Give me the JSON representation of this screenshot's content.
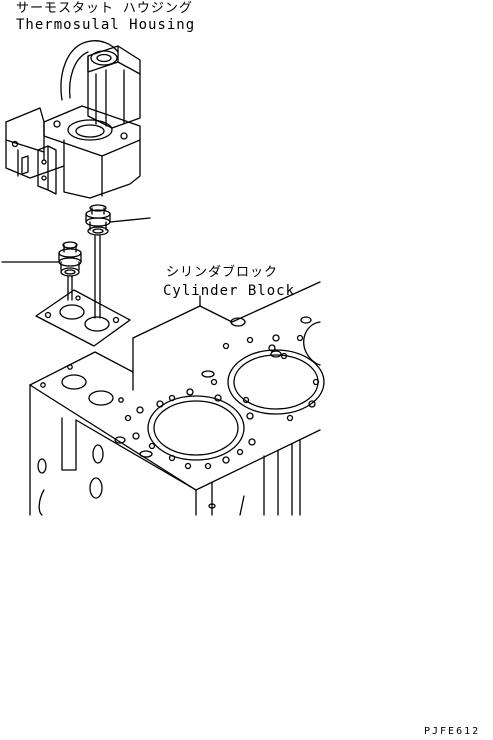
{
  "labels": {
    "housing_jp": "サーモスタット ハウジング",
    "housing_en": "Thermosulal Housing",
    "block_jp": "シリンダブロック",
    "block_en": "Cylinder Block",
    "drawing_code": "PJFE612"
  },
  "colors": {
    "line": "#000000",
    "background": "#ffffff"
  }
}
